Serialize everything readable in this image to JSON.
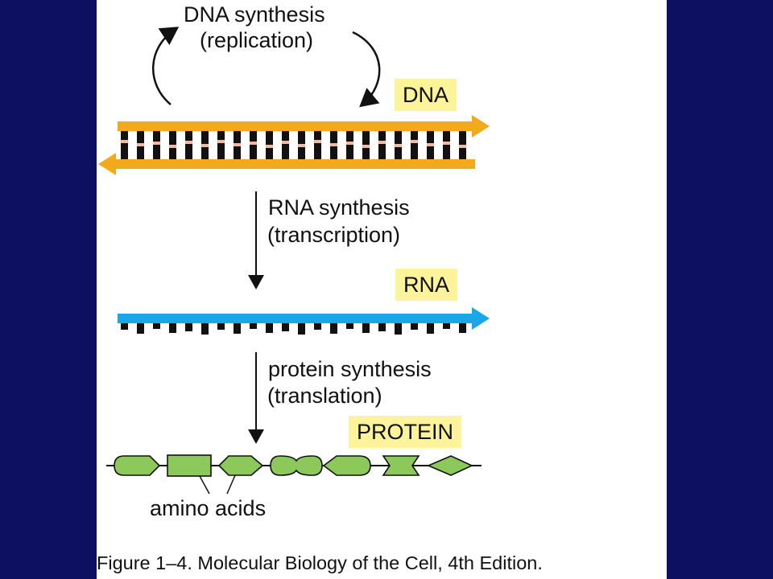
{
  "replication": {
    "line1": "DNA synthesis",
    "line2": "(replication)"
  },
  "transcription": {
    "line1": "RNA synthesis",
    "line2": "(transcription)"
  },
  "translation": {
    "line1": "protein synthesis",
    "line2": "(translation)"
  },
  "tags": {
    "dna": "DNA",
    "rna": "RNA",
    "protein": "PROTEIN"
  },
  "amino_acids_label": "amino acids",
  "caption": "Figure 1–4. Molecular Biology of the Cell, 4th Edition.",
  "colors": {
    "background": "#0b0e52",
    "dna_strand": "#f2aa1c",
    "base_pair_pink": "#f6b9a0",
    "rna_strand": "#1ba6e8",
    "amino_acid": "#8cc95a",
    "tag_background": "#fdf39a"
  }
}
